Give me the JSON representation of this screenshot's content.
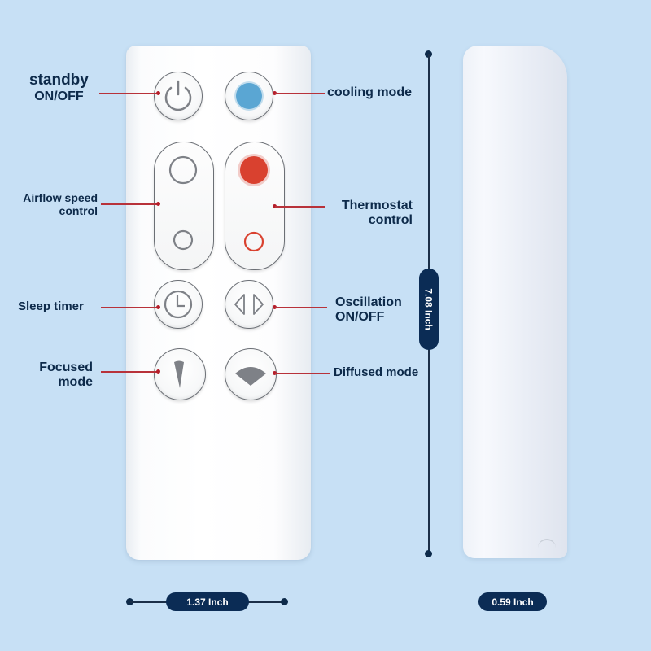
{
  "colors": {
    "background": "#c7e0f5",
    "label_text": "#0d2a4a",
    "leader_line": "#b8323a",
    "cooling_dot": "#5aa6d3",
    "heating_dot": "#d9412f",
    "dimension_badge": "#0b2c55",
    "icon_gray": "#7e8187"
  },
  "labels": {
    "standby": {
      "line1": "standby",
      "line2": "ON/OFF"
    },
    "cooling": {
      "text": "cooling mode"
    },
    "airflow": {
      "line1": "Airflow speed",
      "line2": "control"
    },
    "thermostat": {
      "line1": "Thermostat",
      "line2": "control"
    },
    "sleep": {
      "text": "Sleep timer"
    },
    "oscillation": {
      "line1": "Oscillation",
      "line2": "ON/OFF"
    },
    "focused": {
      "line1": "Focused",
      "line2": "mode"
    },
    "diffused": {
      "text": "Diffused mode"
    }
  },
  "buttons": [
    {
      "id": "power",
      "icon": "power-icon"
    },
    {
      "id": "cooling",
      "icon": "blue-dot-icon"
    },
    {
      "id": "airflow",
      "icon": "airflow-up-down-icon"
    },
    {
      "id": "thermostat",
      "icon": "temperature-up-down-icon"
    },
    {
      "id": "sleep-timer",
      "icon": "clock-icon"
    },
    {
      "id": "oscillation",
      "icon": "left-right-arrows-icon"
    },
    {
      "id": "focused",
      "icon": "narrow-wedge-icon"
    },
    {
      "id": "diffused",
      "icon": "wide-fan-icon"
    }
  ],
  "dimensions": {
    "height": "7.08 Inch",
    "width": "1.37 Inch",
    "depth": "0.59 Inch"
  }
}
